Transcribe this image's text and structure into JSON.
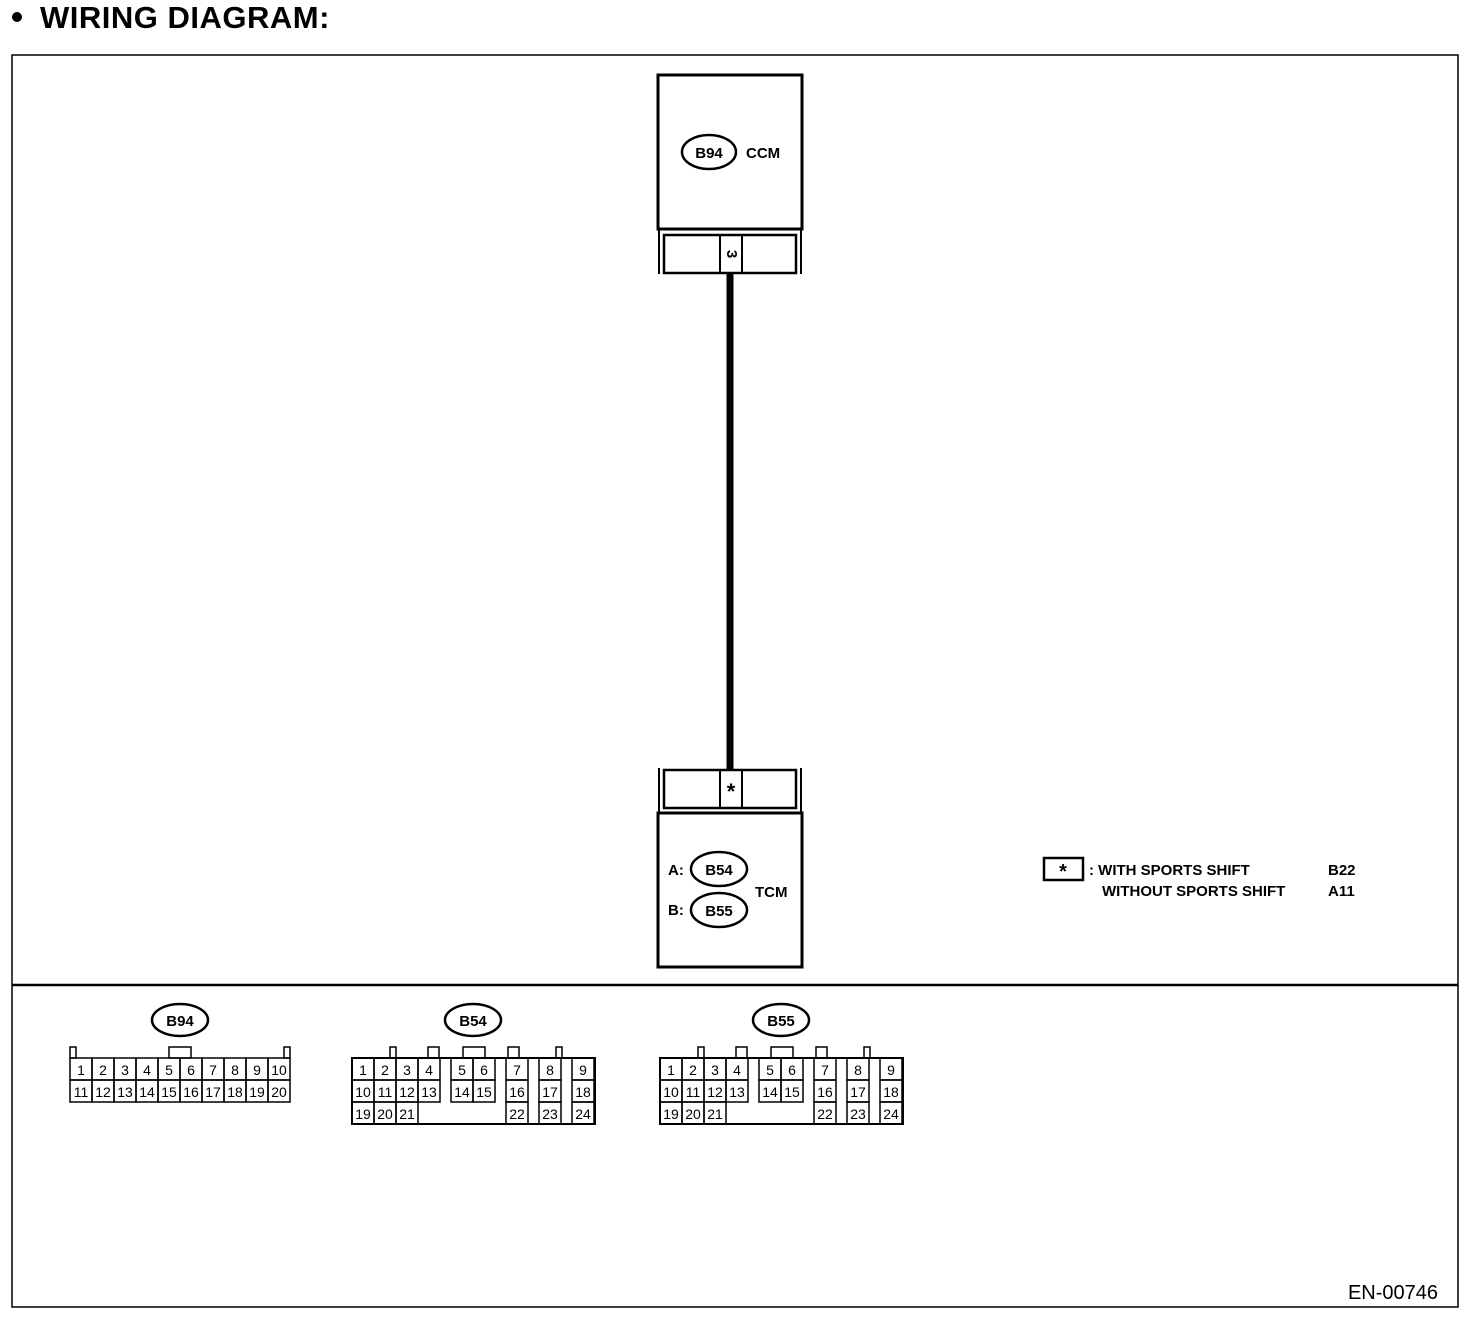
{
  "heading": "WIRING DIAGRAM:",
  "colors": {
    "ink": "#000000",
    "paper": "#ffffff"
  },
  "ccm": {
    "connector_id": "B94",
    "name": "CCM",
    "pin": "3"
  },
  "tcm": {
    "pin": "*",
    "connectors": [
      {
        "prefix": "A:",
        "id": "B54"
      },
      {
        "prefix": "B:",
        "id": "B55"
      }
    ],
    "name": "TCM"
  },
  "legend": {
    "symbol": "*",
    "rows": [
      {
        "label": ": WITH SPORTS SHIFT",
        "value": "B22"
      },
      {
        "label": "WITHOUT SPORTS SHIFT",
        "value": "A11"
      }
    ]
  },
  "connector_views": [
    {
      "id": "B94",
      "row1": [
        "1",
        "2",
        "3",
        "4",
        "5",
        "6",
        "7",
        "8",
        "9",
        "10"
      ],
      "row2": [
        "11",
        "12",
        "13",
        "14",
        "15",
        "16",
        "17",
        "18",
        "19",
        "20"
      ]
    },
    {
      "id": "B54",
      "row1": [
        "1",
        "2",
        "3",
        "4",
        "5",
        "6",
        "7",
        "8",
        "9"
      ],
      "row2": [
        "10",
        "11",
        "12",
        "13",
        "14",
        "15",
        "16",
        "17",
        "18"
      ],
      "row3": [
        "19",
        "20",
        "21",
        "22",
        "23",
        "24"
      ]
    },
    {
      "id": "B55",
      "row1": [
        "1",
        "2",
        "3",
        "4",
        "5",
        "6",
        "7",
        "8",
        "9"
      ],
      "row2": [
        "10",
        "11",
        "12",
        "13",
        "14",
        "15",
        "16",
        "17",
        "18"
      ],
      "row3": [
        "19",
        "20",
        "21",
        "22",
        "23",
        "24"
      ]
    }
  ],
  "figure_code": "EN-00746"
}
